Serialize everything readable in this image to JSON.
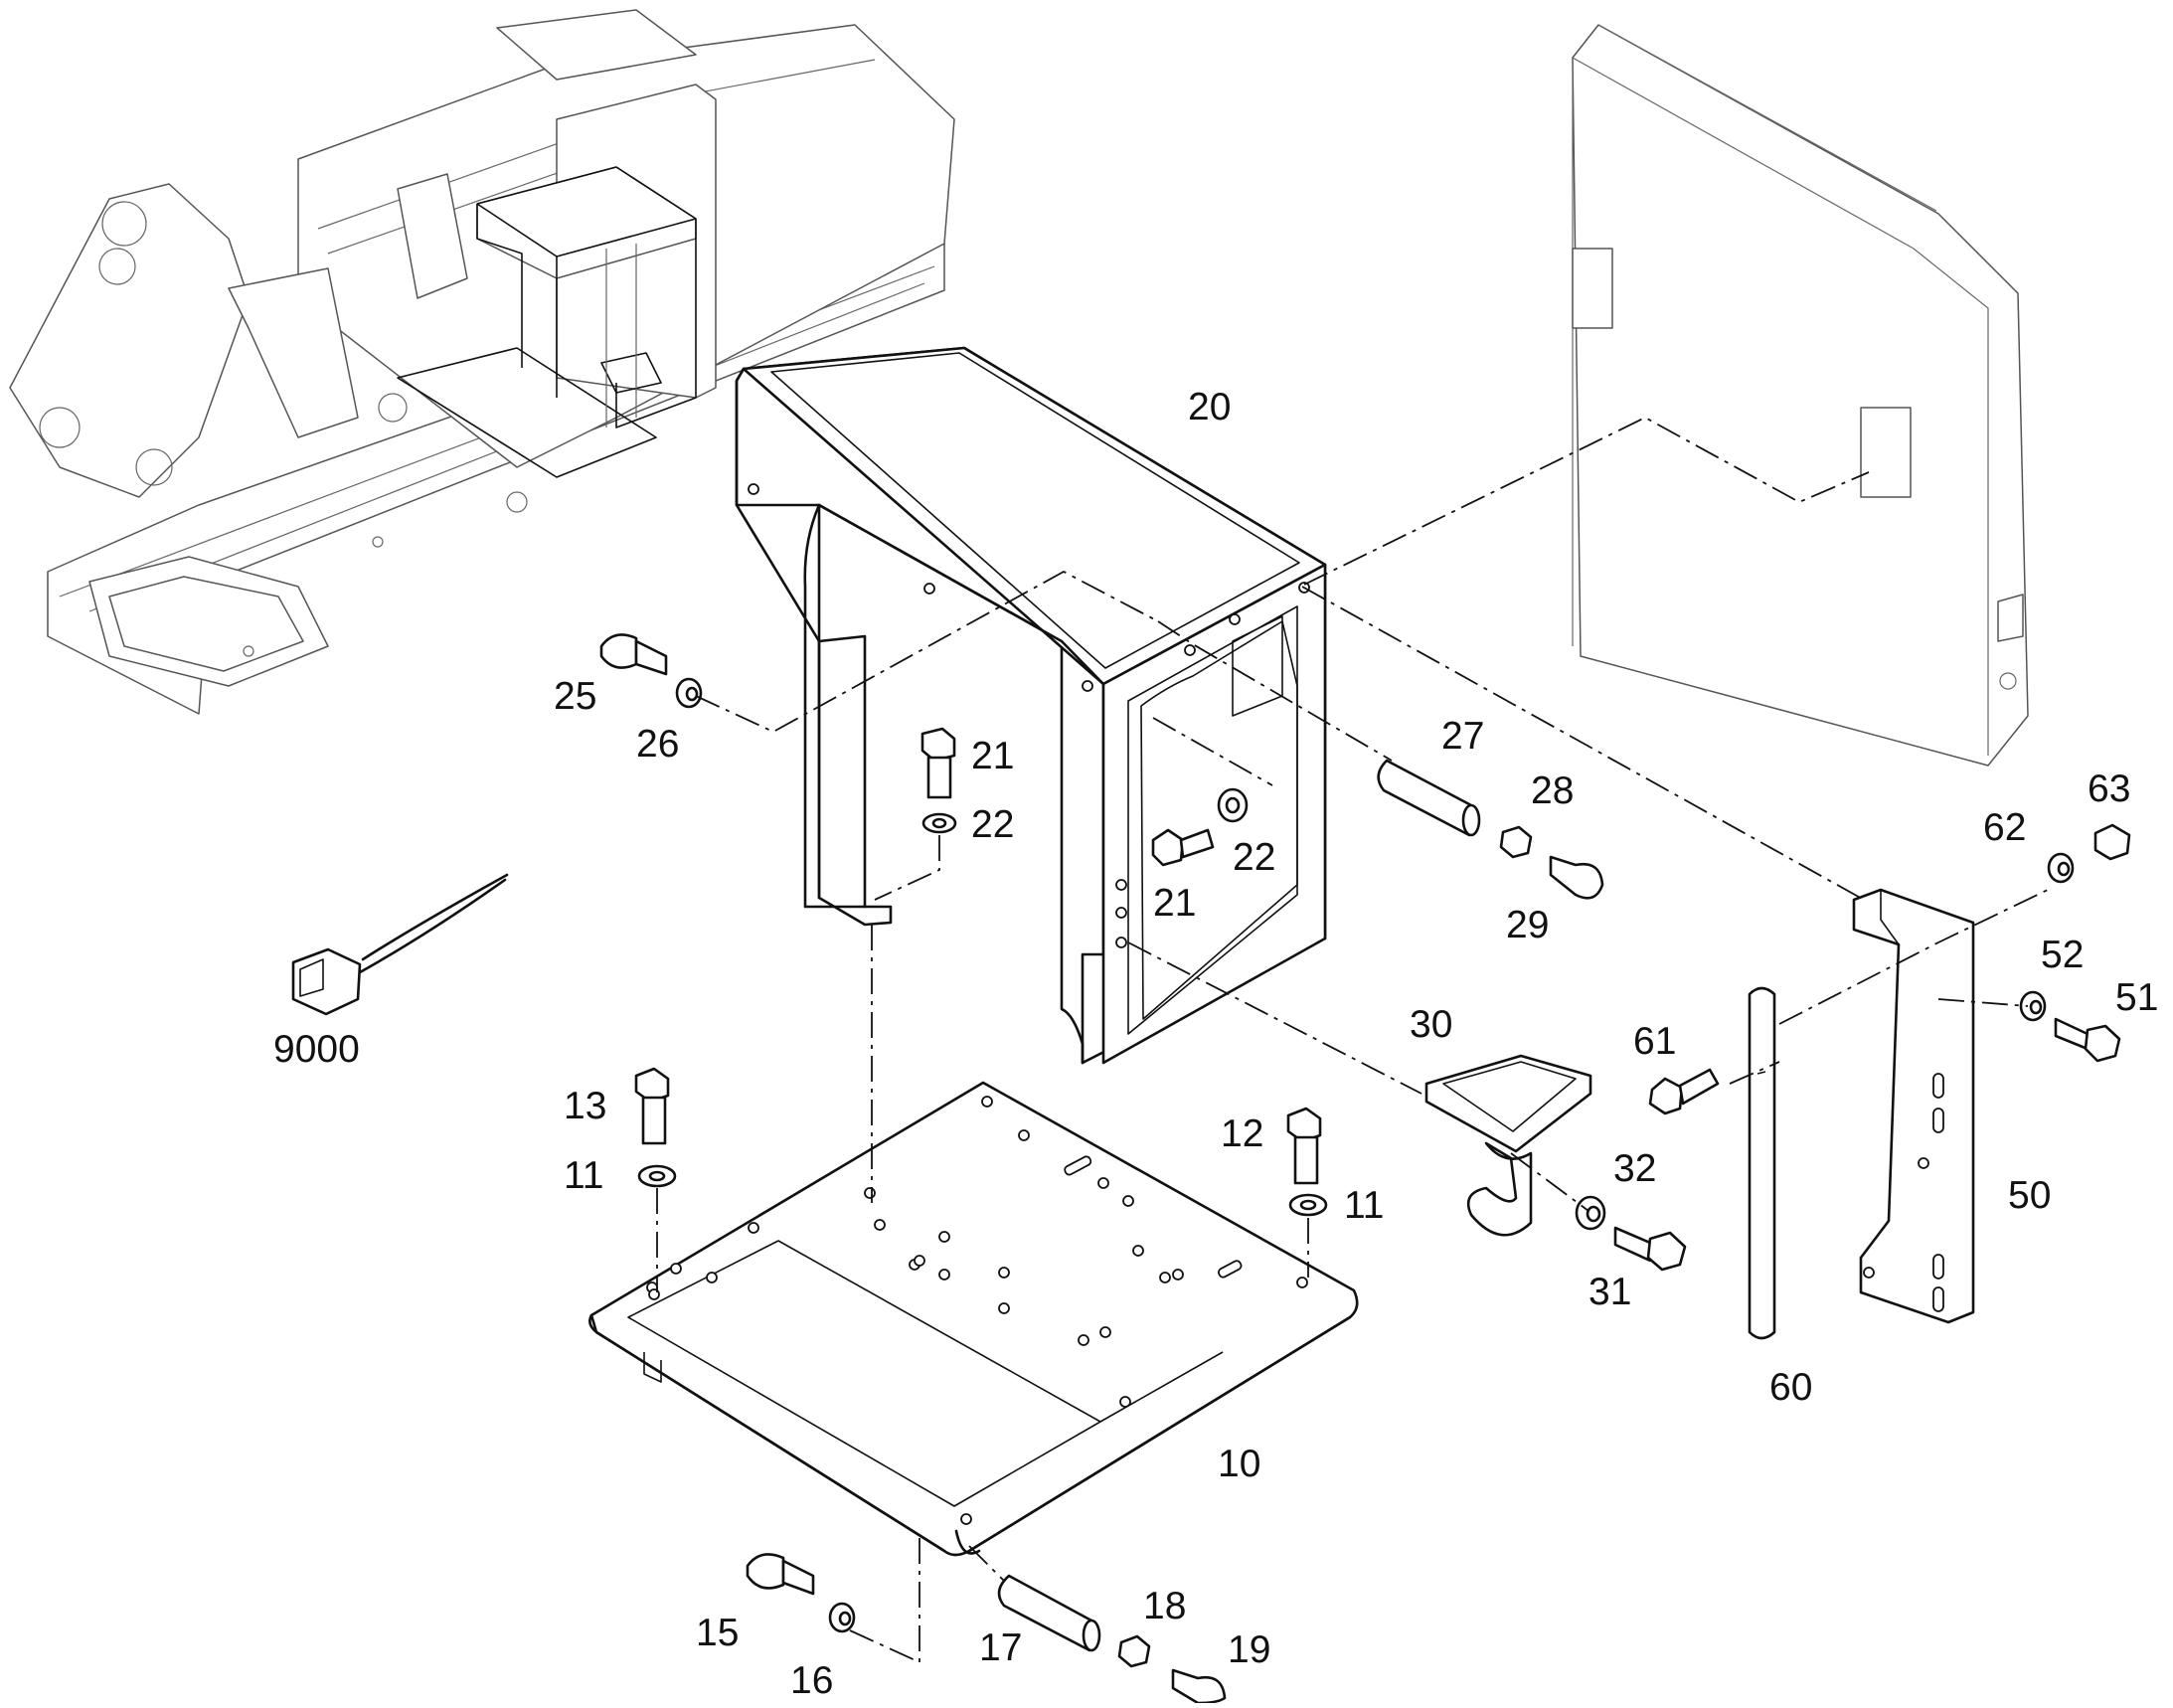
{
  "diagram": {
    "callouts": [
      {
        "id": "20",
        "label": "20"
      },
      {
        "id": "25",
        "label": "25"
      },
      {
        "id": "26",
        "label": "26"
      },
      {
        "id": "21a",
        "label": "21"
      },
      {
        "id": "22a",
        "label": "22"
      },
      {
        "id": "27",
        "label": "27"
      },
      {
        "id": "28",
        "label": "28"
      },
      {
        "id": "22b",
        "label": "22"
      },
      {
        "id": "21b",
        "label": "21"
      },
      {
        "id": "29",
        "label": "29"
      },
      {
        "id": "63",
        "label": "63"
      },
      {
        "id": "62",
        "label": "62"
      },
      {
        "id": "52",
        "label": "52"
      },
      {
        "id": "51",
        "label": "51"
      },
      {
        "id": "30",
        "label": "30"
      },
      {
        "id": "61",
        "label": "61"
      },
      {
        "id": "9000",
        "label": "9000"
      },
      {
        "id": "13",
        "label": "13"
      },
      {
        "id": "11a",
        "label": "11"
      },
      {
        "id": "12",
        "label": "12"
      },
      {
        "id": "11b",
        "label": "11"
      },
      {
        "id": "32",
        "label": "32"
      },
      {
        "id": "31",
        "label": "31"
      },
      {
        "id": "50",
        "label": "50"
      },
      {
        "id": "60",
        "label": "60"
      },
      {
        "id": "10",
        "label": "10"
      },
      {
        "id": "18",
        "label": "18"
      },
      {
        "id": "15",
        "label": "15"
      },
      {
        "id": "17",
        "label": "17"
      },
      {
        "id": "19",
        "label": "19"
      },
      {
        "id": "16",
        "label": "16"
      }
    ]
  }
}
